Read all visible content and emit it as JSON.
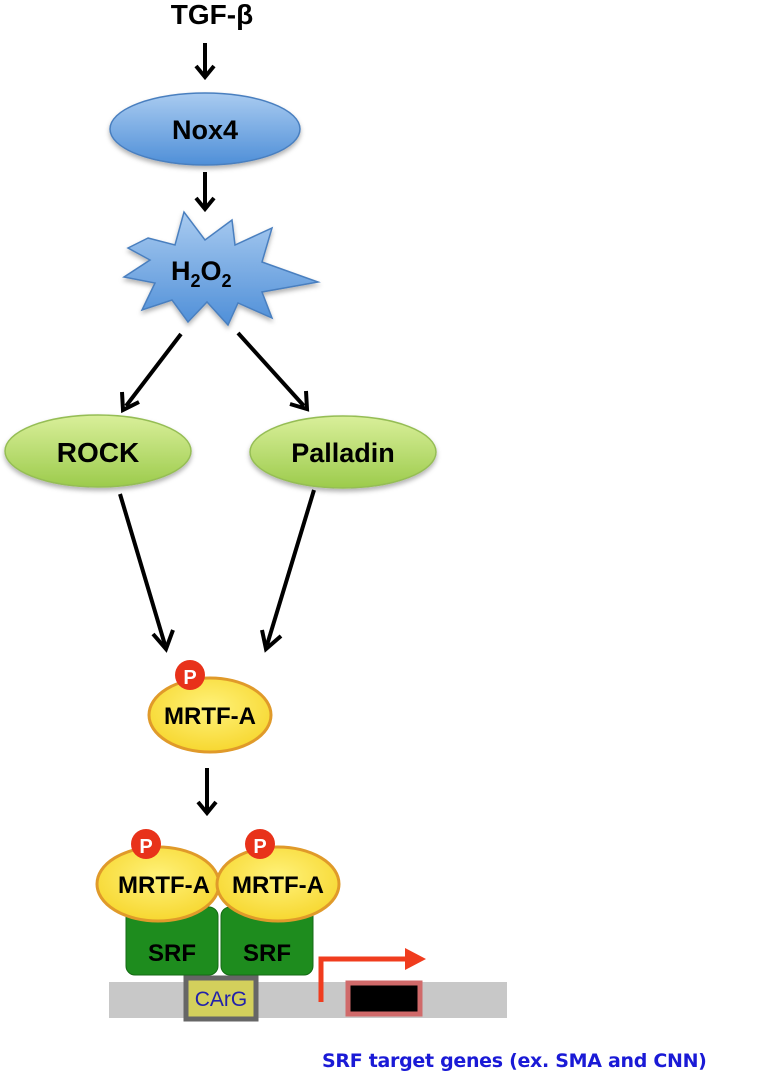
{
  "diagram": {
    "title": "TGF-β / Nox4 / H2O2 signaling to MRTF-A/SRF",
    "nodes": {
      "tgfb": {
        "label": "TGF-β"
      },
      "nox4": {
        "label": "Nox4",
        "shape": "ellipse",
        "color": "#5b9bd5"
      },
      "h2o2": {
        "label_main": "H",
        "sub1": "2",
        "label_mid": "O",
        "sub2": "2",
        "shape": "starburst",
        "color": "#5b9bd5"
      },
      "rock": {
        "label": "ROCK",
        "shape": "ellipse",
        "color": "#b5d96b"
      },
      "palladin": {
        "label": "Palladin",
        "shape": "ellipse",
        "color": "#b5d96b"
      },
      "mrtfa": {
        "label": "MRTF-A",
        "shape": "ellipse",
        "color": "#f7dc3a",
        "phospho": "P"
      },
      "mrtfa_left": {
        "label": "MRTF-A",
        "phospho": "P"
      },
      "mrtfa_right": {
        "label": "MRTF-A",
        "phospho": "P"
      },
      "srf_left": {
        "label": "SRF",
        "color": "#1e8c1e"
      },
      "srf_right": {
        "label": "SRF",
        "color": "#1e8c1e"
      },
      "carg": {
        "label": "CArG"
      }
    },
    "edges": [
      {
        "from": "TGF-β",
        "to": "Nox4"
      },
      {
        "from": "Nox4",
        "to": "H2O2"
      },
      {
        "from": "H2O2",
        "to": "ROCK"
      },
      {
        "from": "H2O2",
        "to": "Palladin"
      },
      {
        "from": "ROCK",
        "to": "MRTF-A"
      },
      {
        "from": "Palladin",
        "to": "MRTF-A"
      },
      {
        "from": "MRTF-A",
        "to": "MRTF-A/SRF complex"
      }
    ],
    "caption": "SRF target genes (ex. SMA and CNN)",
    "colors": {
      "phospho": "#e8321a",
      "transcription_arrow": "#f03c1e",
      "dna": "#c8c8c8",
      "caption": "#1a1ad6"
    }
  }
}
